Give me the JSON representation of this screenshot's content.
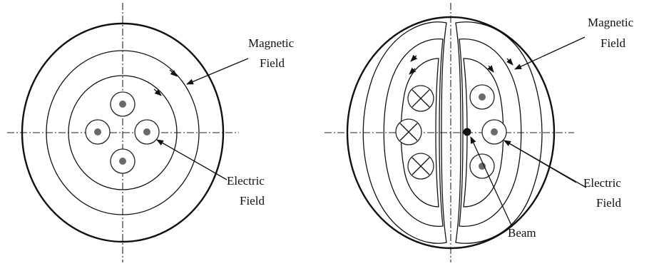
{
  "left_diagram": {
    "magnetic_label_line1": "Magnetic",
    "magnetic_label_line2": "Field",
    "electric_label_line1": "Electric",
    "electric_label_line2": "Field"
  },
  "right_diagram": {
    "magnetic_label_line1": "Magnetic",
    "magnetic_label_line2": "Field",
    "electric_label_line1": "Electric",
    "electric_label_line2": "Field",
    "beam_label": "Beam"
  },
  "colors": {
    "line": "#111111",
    "dot": "#6a6a6a",
    "background": "#ffffff"
  }
}
